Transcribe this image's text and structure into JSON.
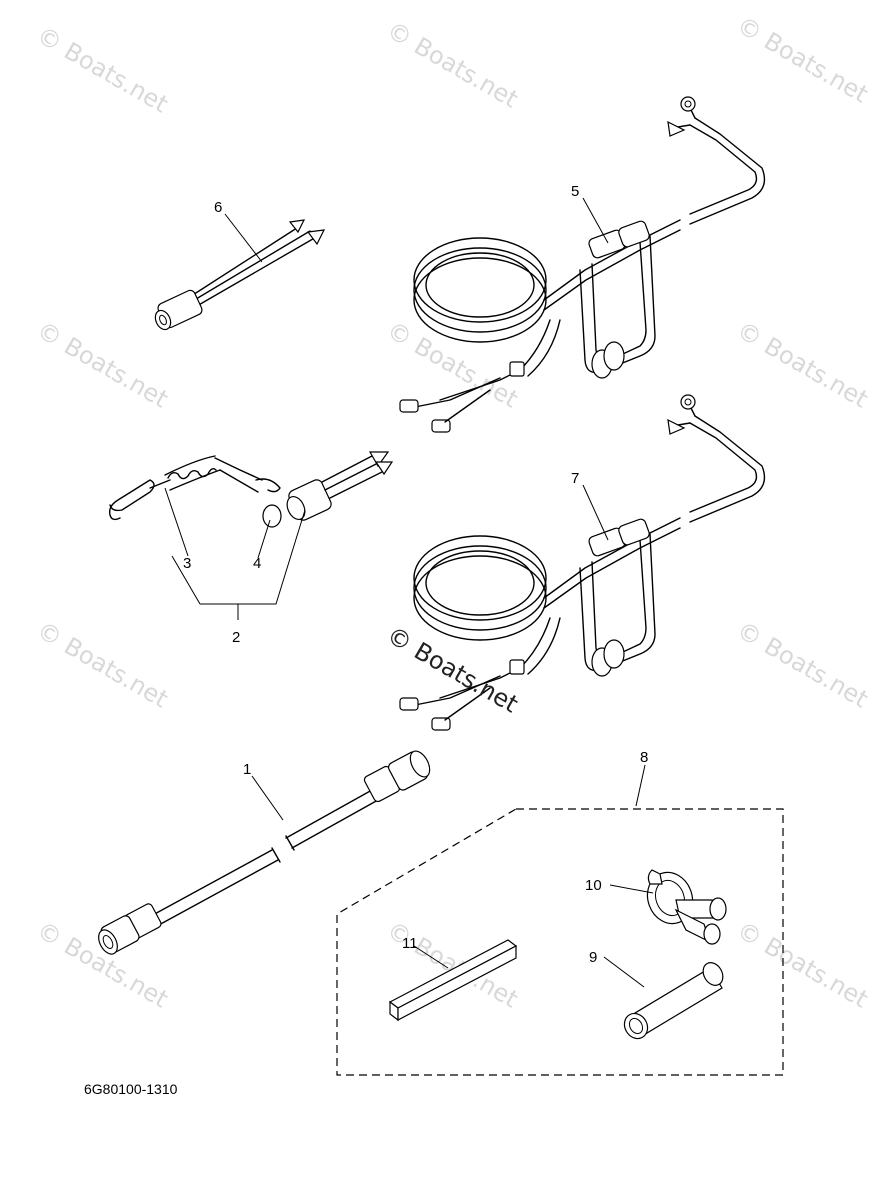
{
  "watermark": "© Boats.net",
  "part_code": "6G80100-1310",
  "callouts": {
    "c1": "1",
    "c2": "2",
    "c3": "3",
    "c4": "4",
    "c5": "5",
    "c6": "6",
    "c7": "7",
    "c8": "8",
    "c9": "9",
    "c10": "10",
    "c11": "11"
  }
}
